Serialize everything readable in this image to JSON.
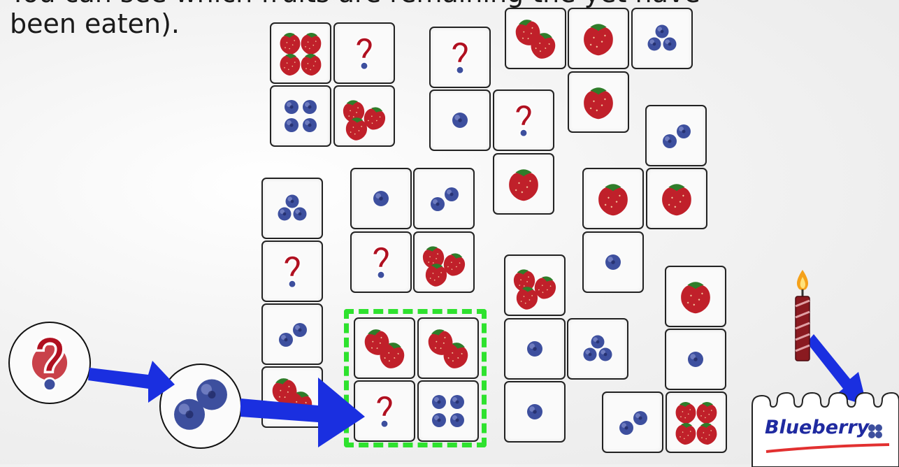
{
  "caption": {
    "line1": "You can see which fruits are remaining the yet have",
    "line2": "been eaten)."
  },
  "tiles": [
    {
      "id": "t1",
      "content": "strawberry-4"
    },
    {
      "id": "t2",
      "content": "question"
    },
    {
      "id": "t3",
      "content": "blueberry-4"
    },
    {
      "id": "t4",
      "content": "strawberry-3"
    },
    {
      "id": "t5",
      "content": "question"
    },
    {
      "id": "t6",
      "content": "blueberry-1"
    },
    {
      "id": "t7",
      "content": "question"
    },
    {
      "id": "t8",
      "content": "strawberry-2"
    },
    {
      "id": "t9",
      "content": "strawberry-1"
    },
    {
      "id": "t10",
      "content": "blueberry-3"
    },
    {
      "id": "t11",
      "content": "strawberry-1"
    },
    {
      "id": "t12",
      "content": "blueberry-2"
    },
    {
      "id": "t13",
      "content": "strawberry-1"
    },
    {
      "id": "t14",
      "content": "strawberry-1"
    },
    {
      "id": "t15",
      "content": "strawberry-1"
    },
    {
      "id": "t16",
      "content": "blueberry-3"
    },
    {
      "id": "t17",
      "content": "blueberry-1"
    },
    {
      "id": "t18",
      "content": "blueberry-2"
    },
    {
      "id": "t19",
      "content": "question"
    },
    {
      "id": "t20",
      "content": "strawberry-3"
    },
    {
      "id": "t21",
      "content": "question"
    },
    {
      "id": "t22",
      "content": "strawberry-3"
    },
    {
      "id": "t23",
      "content": "blueberry-1"
    },
    {
      "id": "t24",
      "content": "strawberry-1"
    },
    {
      "id": "t25",
      "content": "blueberry-2"
    },
    {
      "id": "t26",
      "content": "strawberry-2"
    },
    {
      "id": "t27",
      "content": "strawberry-2"
    },
    {
      "id": "t28",
      "content": "blueberry-1"
    },
    {
      "id": "t29",
      "content": "blueberry-3"
    },
    {
      "id": "t30",
      "content": "blueberry-1"
    },
    {
      "id": "t31",
      "content": "strawberry-2"
    },
    {
      "id": "t32",
      "content": "question"
    },
    {
      "id": "t33",
      "content": "blueberry-4"
    },
    {
      "id": "t34",
      "content": "blueberry-1"
    },
    {
      "id": "t35",
      "content": "blueberry-2"
    },
    {
      "id": "t36",
      "content": "strawberry-4"
    }
  ],
  "sequence": {
    "step1": "question",
    "step2": "blueberry-2"
  },
  "cake": {
    "label": "Blueberry"
  },
  "colors": {
    "selection": "#2ee22e",
    "arrow": "#1a2fe0",
    "strawberry": "#c0202a",
    "blueberry": "#3d4f9e",
    "question": "#b01020"
  }
}
